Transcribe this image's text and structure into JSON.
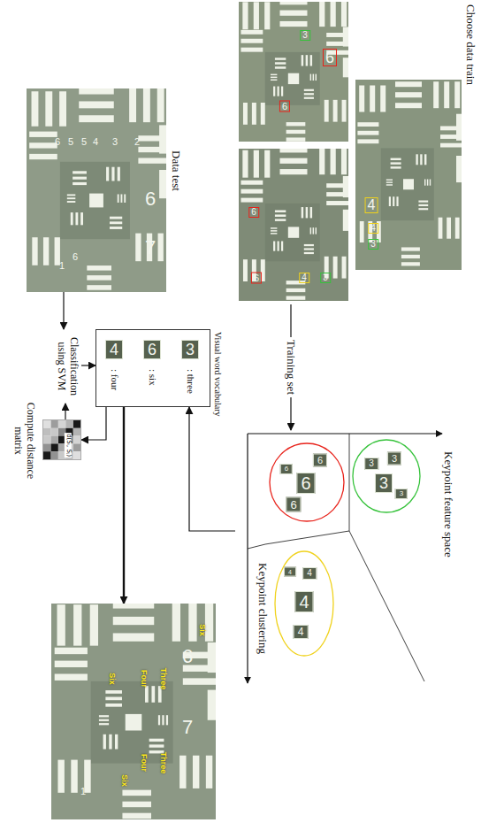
{
  "diagram": {
    "nodes": [
      {
        "text": [
          "Choose data train",
          "4",
          "4",
          "3",
          "6",
          "6",
          "3",
          "6",
          "4",
          "3",
          "6"
        ]
      },
      {
        "text": [
          "Keypoint feature space",
          "Keypoint clustering"
        ]
      },
      {
        "text": [
          "6",
          "6",
          "6",
          "6"
        ],
        "in": 1
      },
      {
        "text": [
          "3",
          "3",
          "3",
          "3"
        ],
        "in": 1
      },
      {
        "text": [
          "4",
          "4",
          "4",
          "4"
        ],
        "in": 1
      },
      {
        "text": [
          "Visual word vocabulary",
          "3",
          ": three",
          "6",
          ": six",
          "4",
          ": four"
        ]
      },
      {
        "text": [
          "Data test",
          "6",
          "5",
          "5",
          "4",
          "3",
          "2",
          "6",
          "7",
          "6",
          "1"
        ]
      },
      {
        "text": [
          "d(Sᵢ, Sⱼ)",
          "Compute distance matrix"
        ]
      },
      {
        "text": [
          "Classification using SVM"
        ]
      },
      {
        "text": [
          "Six",
          "Three",
          "Four",
          "Six",
          "Six",
          "Four",
          "Three",
          "6",
          "7",
          "1"
        ]
      }
    ],
    "edges": [
      {
        "from": 0,
        "to": 1,
        "arrow": "to",
        "label": "Training set"
      },
      {
        "from": 1,
        "to": 5,
        "arrow": "to"
      },
      {
        "from": 6,
        "to": 8,
        "arrow": "to"
      },
      {
        "from": 8,
        "to": 5,
        "arrow": "to"
      },
      {
        "from": 5,
        "to": 7,
        "arrow": "to"
      },
      {
        "from": 7,
        "to": 8,
        "arrow": "to"
      },
      {
        "from": 5,
        "to": 9,
        "arrow": "to"
      }
    ]
  }
}
